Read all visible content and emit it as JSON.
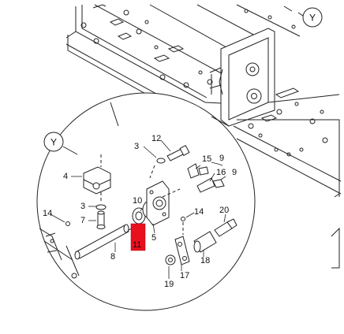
{
  "diagram": {
    "view_labels": [
      "Y",
      "Y"
    ],
    "part_numbers": [
      "3",
      "4",
      "3",
      "7",
      "14",
      "8",
      "12",
      "15",
      "9",
      "16",
      "9",
      "10",
      "5",
      "11",
      "14",
      "20",
      "18",
      "17",
      "19"
    ],
    "highlighted_part": "11",
    "highlight_color": "#e8101e"
  }
}
